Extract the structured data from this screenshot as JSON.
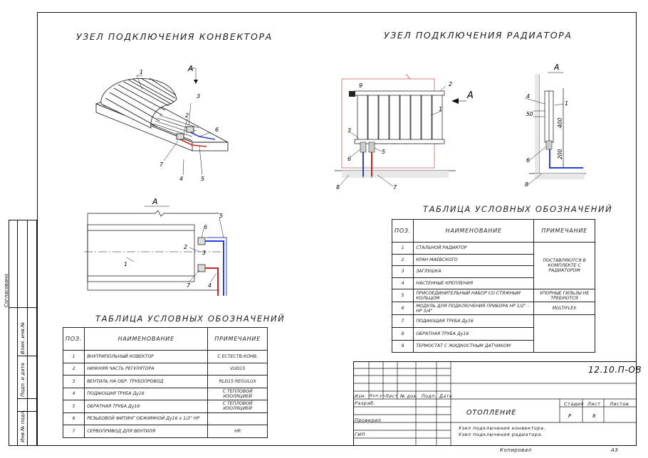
{
  "left_block": {
    "fields": [
      "Согласовано",
      "Взам. инв.№",
      "Подп. и дата",
      "Инв.№ подл."
    ]
  },
  "convector": {
    "title": "УЗЕЛ ПОДКЛЮЧЕНИЯ КОНВЕКТОРА",
    "section_mark": "А",
    "labels": [
      "1",
      "2",
      "3",
      "4",
      "5",
      "6",
      "7"
    ],
    "table": {
      "title": "ТАБЛИЦА УСЛОВНЫХ ОБОЗНАЧЕНИЙ",
      "headers": [
        "ПОЗ.",
        "НАИМЕНОВАНИЕ",
        "ПРИМЕЧАНИЕ"
      ],
      "rows": [
        [
          "1",
          "ВНУТРИПОЛЬНЫЙ КОВЕКТОР",
          "С ЕСТЕСТВ.КОНВ."
        ],
        [
          "2",
          "НИЖНЯЯ ЧАСТЬ РЕГУЛЯТОРА",
          "VUD15"
        ],
        [
          "3",
          "ВЕНТИЛЬ НА ОБР. ТРУБОПРОВОД",
          "RLD15 REGULUX"
        ],
        [
          "4",
          "ПОДАЮЩАЯ ТРУБА Ду16",
          "С ТЕПЛОВОЙ ИЗОЛЯЦИЕЙ"
        ],
        [
          "5",
          "ОБРАТНАЯ ТРУБА Ду16",
          "С ТЕПЛОВОЙ ИЗОЛЯЦИЕЙ"
        ],
        [
          "6",
          "РЕЗЬБОВОЙ ФИТИНГ ОБЖИМНОЙ Ду16 х 1/2\" НР",
          ""
        ],
        [
          "7",
          "СЕРВОПРИВОД ДЛЯ ВЕНТИЛЯ",
          "HR"
        ]
      ]
    }
  },
  "radiator": {
    "title": "УЗЕЛ ПОДКЛЮЧЕНИЯ РАДИАТОРА",
    "section_mark": "А",
    "dims": [
      "50",
      "400",
      "200"
    ],
    "table": {
      "title": "ТАБЛИЦА УСЛОВНЫХ ОБОЗНАЧЕНИЙ",
      "headers": [
        "ПОЗ.",
        "НАИМЕНОВАНИЕ",
        "ПРИМЕЧАНИЕ"
      ],
      "rows": [
        [
          "1",
          "СТАЛЬНОЙ РАДИАТОР"
        ],
        [
          "2",
          "КРАН МАЕВСКОГО"
        ],
        [
          "3",
          "ЗАГЛУШКА"
        ],
        [
          "4",
          "НАСТЕННЫЕ КРЕПЛЕНИЯ"
        ],
        [
          "5",
          "ПРИСОЕДИНИТЕЛЬНЫЙ НАБОР СО СТЯЖНЫМ КОЛЬЦОМ"
        ],
        [
          "6",
          "МОДУЛЬ ДЛЯ ПОДКЛЮЧЕНИЯ ПРИБОРА НР 1/2\" - НР 3/4\""
        ],
        [
          "7",
          "ПОДАЮЩАЯ ТРУБА Ду16"
        ],
        [
          "8",
          "ОБРАТНАЯ ТРУБА Ду16"
        ],
        [
          "9",
          "ТЕРМОСТАТ С ЖИДКОСТНЫМ ДАТЧИКОМ"
        ]
      ],
      "notes": {
        "group_1_4": "ПОСТАВЛЯЮТСЯ В КОМПЛЕКТЕ С РАДИАТОРОМ",
        "row_5": "УПОРНЫЕ ГИЛЬЗЫ НЕ ТРЕБУЮТСЯ",
        "row_6": "MULTIFLEX"
      }
    }
  },
  "stamp": {
    "code": "12.10.П-ОВ",
    "headers": [
      "Изм.",
      "Кол.уч",
      "Лист",
      "№ док.",
      "Подп.",
      "Дата"
    ],
    "roles": [
      "Разраб.",
      "Проверил",
      "ГИП"
    ],
    "section": "ОТОПЛЕНИЕ",
    "stage_headers": [
      "Стадия",
      "Лист",
      "Листов"
    ],
    "stage_values": [
      "Р",
      "8",
      ""
    ],
    "sheet_desc_1": "Узел подключения конвектора.",
    "sheet_desc_2": "Узел подключения радиатора."
  },
  "footer": {
    "copied": "Копировал",
    "format": "А3"
  },
  "colors": {
    "supply": "#d21f1f",
    "return": "#2a3fd6",
    "line": "#111111"
  }
}
